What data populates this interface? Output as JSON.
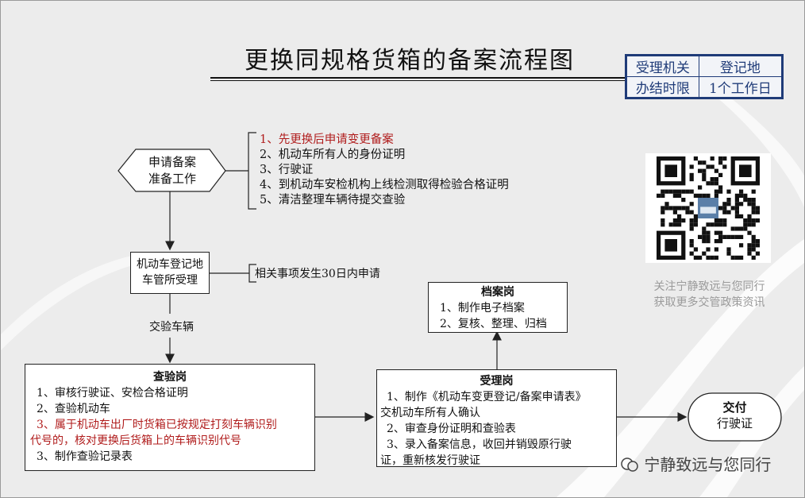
{
  "title": "更换同规格货箱的备案流程图",
  "info_table": {
    "row1_label": "受理机关",
    "row1_value": "登记地",
    "row2_label": "办结时限",
    "row2_value": "1个工作日"
  },
  "prep": {
    "label_line1": "申请备案",
    "label_line2": "准备工作",
    "items": [
      "1、先更换后申请变更备案",
      "2、机动车所有人的身份证明",
      "3、行驶证",
      "4、到机动车安检机构上线检测取得检验合格证明",
      "5、清洁整理车辆待提交查验"
    ]
  },
  "register": {
    "line1": "机动车登记地",
    "line2": "车管所受理",
    "note": "相关事项发生30日内申请"
  },
  "arrow_label": "交验车辆",
  "inspect": {
    "heading": "查验岗",
    "item1": "1、审核行驶证、安检合格证明",
    "item2": "2、查验机动车",
    "item3_line1": "3、属于机动车出厂时货箱已按规定打刻车辆识别",
    "item3_line2": "代号的，核对更换后货箱上的车辆识别代号",
    "item4": "3、制作查验记录表"
  },
  "accept": {
    "heading": "受理岗",
    "item1_line1": "1、制作《机动车变更登记/备案申请表》",
    "item1_line2": "交机动车所有人确认",
    "item2": "2、审查身份证明和查验表",
    "item3_line1": "3、录入备案信息，收回并销毁原行驶",
    "item3_line2": "证，重新核发行驶证"
  },
  "archive": {
    "heading": "档案岗",
    "item1": "1、制作电子档案",
    "item2": "2、复核、整理、归档"
  },
  "deliver": {
    "line1": "交付",
    "line2": "行驶证"
  },
  "follow": {
    "line1": "关注宁静致远与您同行",
    "line2": "获取更多交管政策资讯"
  },
  "watermark": "宁静致远与您同行",
  "colors": {
    "accent_red": "#b01c1c",
    "info_blue": "#1f3b78"
  }
}
